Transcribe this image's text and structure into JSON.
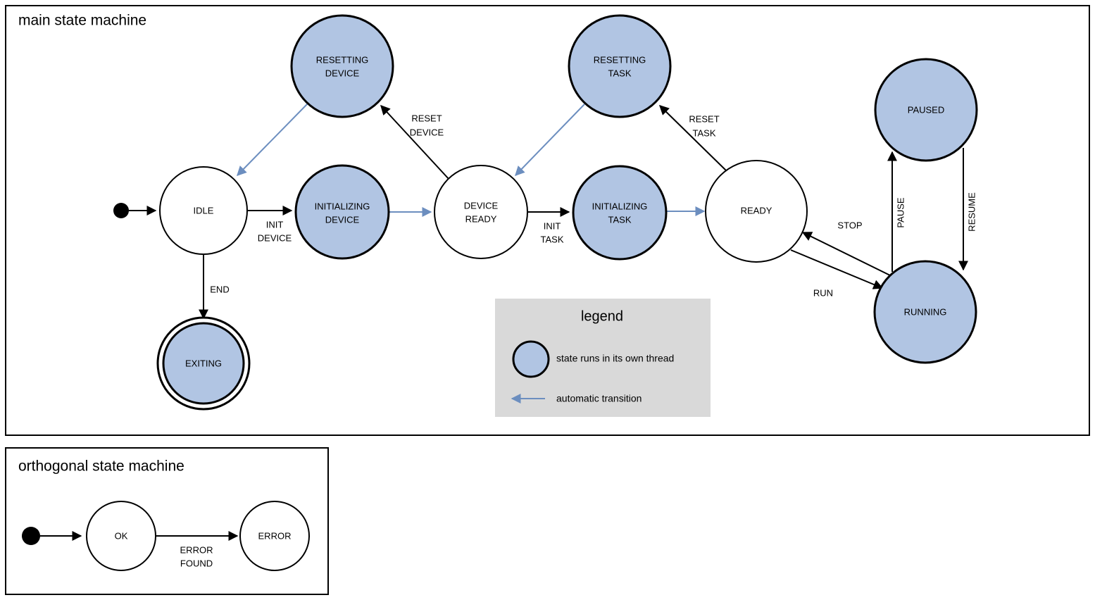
{
  "frames": {
    "main": {
      "title": "main state machine"
    },
    "orthogonal": {
      "title": "orthogonal state machine"
    }
  },
  "legend": {
    "title": "legend",
    "items": [
      {
        "symbol": "filled-circle",
        "text": "state runs in its own thread"
      },
      {
        "symbol": "blue-arrow",
        "text": "automatic transition"
      }
    ]
  },
  "colors": {
    "thread_state_fill": "#b1c5e3",
    "auto_transition": "#6c8ebf",
    "legend_background": "#d9d9d9",
    "stroke": "#000000",
    "plain_state_fill": "#ffffff"
  },
  "chart_data": {
    "type": "state-diagram",
    "main_states": [
      {
        "id": "idle",
        "label": "IDLE",
        "threaded": false,
        "final": false
      },
      {
        "id": "init_device",
        "label": "INITIALIZING\nDEVICE",
        "threaded": true,
        "final": false
      },
      {
        "id": "reset_device",
        "label": "RESETTING\nDEVICE",
        "threaded": true,
        "final": false
      },
      {
        "id": "device_ready",
        "label": "DEVICE\nREADY",
        "threaded": false,
        "final": false
      },
      {
        "id": "init_task",
        "label": "INITIALIZING\nTASK",
        "threaded": true,
        "final": false
      },
      {
        "id": "reset_task",
        "label": "RESETTING\nTASK",
        "threaded": true,
        "final": false
      },
      {
        "id": "ready",
        "label": "READY",
        "threaded": false,
        "final": false
      },
      {
        "id": "paused",
        "label": "PAUSED",
        "threaded": true,
        "final": false
      },
      {
        "id": "running",
        "label": "RUNNING",
        "threaded": true,
        "final": false
      },
      {
        "id": "exiting",
        "label": "EXITING",
        "threaded": true,
        "final": true
      }
    ],
    "main_transitions": [
      {
        "from": "start",
        "to": "idle",
        "label": "",
        "automatic": false
      },
      {
        "from": "idle",
        "to": "init_device",
        "label": "INIT\nDEVICE",
        "automatic": false
      },
      {
        "from": "idle",
        "to": "exiting",
        "label": "END",
        "automatic": false
      },
      {
        "from": "init_device",
        "to": "device_ready",
        "label": "",
        "automatic": true
      },
      {
        "from": "device_ready",
        "to": "reset_device",
        "label": "RESET\nDEVICE",
        "automatic": false
      },
      {
        "from": "reset_device",
        "to": "idle",
        "label": "",
        "automatic": true
      },
      {
        "from": "device_ready",
        "to": "init_task",
        "label": "INIT\nTASK",
        "automatic": false
      },
      {
        "from": "init_task",
        "to": "ready",
        "label": "",
        "automatic": true
      },
      {
        "from": "ready",
        "to": "reset_task",
        "label": "RESET\nTASK",
        "automatic": false
      },
      {
        "from": "reset_task",
        "to": "device_ready",
        "label": "",
        "automatic": true
      },
      {
        "from": "ready",
        "to": "running",
        "label": "RUN",
        "automatic": false
      },
      {
        "from": "running",
        "to": "ready",
        "label": "STOP",
        "automatic": false
      },
      {
        "from": "running",
        "to": "paused",
        "label": "PAUSE",
        "automatic": false
      },
      {
        "from": "paused",
        "to": "running",
        "label": "RESUME",
        "automatic": false
      }
    ],
    "orthogonal_states": [
      {
        "id": "ok",
        "label": "OK",
        "threaded": false,
        "final": false
      },
      {
        "id": "error",
        "label": "ERROR",
        "threaded": false,
        "final": false
      }
    ],
    "orthogonal_transitions": [
      {
        "from": "start",
        "to": "ok",
        "label": "",
        "automatic": false
      },
      {
        "from": "ok",
        "to": "error",
        "label": "ERROR\nFOUND",
        "automatic": false
      }
    ]
  },
  "labels": {
    "idle": "IDLE",
    "init_device_1": "INITIALIZING",
    "init_device_2": "DEVICE",
    "reset_device_1": "RESETTING",
    "reset_device_2": "DEVICE",
    "device_ready_1": "DEVICE",
    "device_ready_2": "READY",
    "init_task_1": "INITIALIZING",
    "init_task_2": "TASK",
    "reset_task_1": "RESETTING",
    "reset_task_2": "TASK",
    "ready": "READY",
    "paused": "PAUSED",
    "running": "RUNNING",
    "exiting": "EXITING",
    "ok": "OK",
    "error": "ERROR"
  },
  "edge_labels": {
    "init_device_1": "INIT",
    "init_device_2": "DEVICE",
    "end": "END",
    "reset_device_1": "RESET",
    "reset_device_2": "DEVICE",
    "init_task_1": "INIT",
    "init_task_2": "TASK",
    "reset_task_1": "RESET",
    "reset_task_2": "TASK",
    "run": "RUN",
    "stop": "STOP",
    "pause": "PAUSE",
    "resume": "RESUME",
    "error_found_1": "ERROR",
    "error_found_2": "FOUND"
  }
}
